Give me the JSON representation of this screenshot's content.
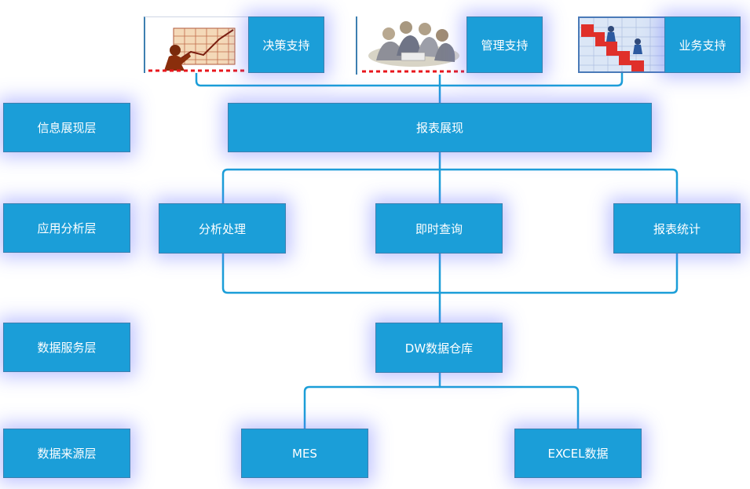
{
  "colors": {
    "box_fill": "#1b9ed8",
    "box_border": "#3d7fb0",
    "connector": "#1b9ed8",
    "glow": "#6e78ff",
    "dashed_accent": "#e8161c"
  },
  "layers": {
    "presentation": "信息展现层",
    "application": "应用分析层",
    "data_service": "数据服务层",
    "data_source": "数据来源层"
  },
  "top": {
    "decision": {
      "label": "决策支持",
      "icon": "chart-presenter-illustration"
    },
    "management": {
      "label": "管理支持",
      "icon": "meeting-group-illustration"
    },
    "business": {
      "label": "业务支持",
      "icon": "rising-stairs-illustration"
    }
  },
  "report_display": "报表展现",
  "analysis": {
    "processing": "分析处理",
    "instant_query": "即时查询",
    "report_stats": "报表统计"
  },
  "warehouse": "DW数据仓库",
  "sources": {
    "mes": "MES",
    "excel": "EXCEL数据"
  }
}
